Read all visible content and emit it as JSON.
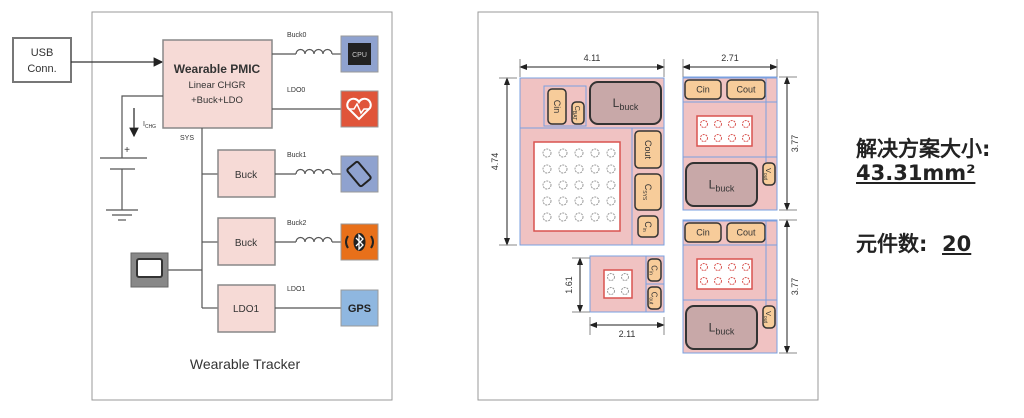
{
  "left_diagram": {
    "usb": "USB",
    "usb2": "Conn.",
    "pmic_title": "Wearable PMIC",
    "pmic_line1": "Linear CHGR",
    "pmic_line2": "+Buck+LDO",
    "ichg": "I",
    "ichg_sub": "CHG",
    "plus": "+",
    "sys": "SYS",
    "rails": [
      {
        "label": "Buck0",
        "load_icon": "cpu-icon",
        "load_text": "CPU",
        "color": "#8fa2cf"
      },
      {
        "label": "LDO0",
        "load_icon": "heart-rate-icon",
        "color": "#e0553a"
      },
      {
        "label": "Buck1",
        "load_icon": "vibrating-phone-icon",
        "color": "#8fa2cf"
      },
      {
        "label": "Buck2",
        "load_icon": "bluetooth-icon",
        "color": "#e8701a"
      },
      {
        "label": "LDO1",
        "load_icon": "gps-icon",
        "load_text": "GPS",
        "color": "#8fb7e0"
      }
    ],
    "blocks": [
      "Buck",
      "Buck",
      "LDO1"
    ],
    "caption": "Wearable Tracker"
  },
  "layout_diagram": {
    "dims": {
      "a_width": "4.11",
      "a_height": "4.74",
      "b_width": "2.71",
      "b_height": "3.77",
      "c_height": "3.77",
      "d_height": "1.61",
      "d_width": "2.11"
    },
    "cin": "Cin",
    "cout": "Cout",
    "l": "L",
    "l_sub": "buck",
    "c": "C",
    "c_sys": "SYS",
    "c_in": "in",
    "c_out": "out",
    "c_bat": "BAT",
    "v": "V",
    "v_out": "out",
    "colors": {
      "pad": "#f0c2c2",
      "cap": "#f7cc9a",
      "inductor": "#c8a8a8",
      "outline": "#7aa0e0",
      "die": "#d9534f"
    }
  },
  "stats": {
    "size_label": "解决方案大小:",
    "size_value": "43.31mm²",
    "count_label": "元件数:",
    "count_value": "20"
  }
}
